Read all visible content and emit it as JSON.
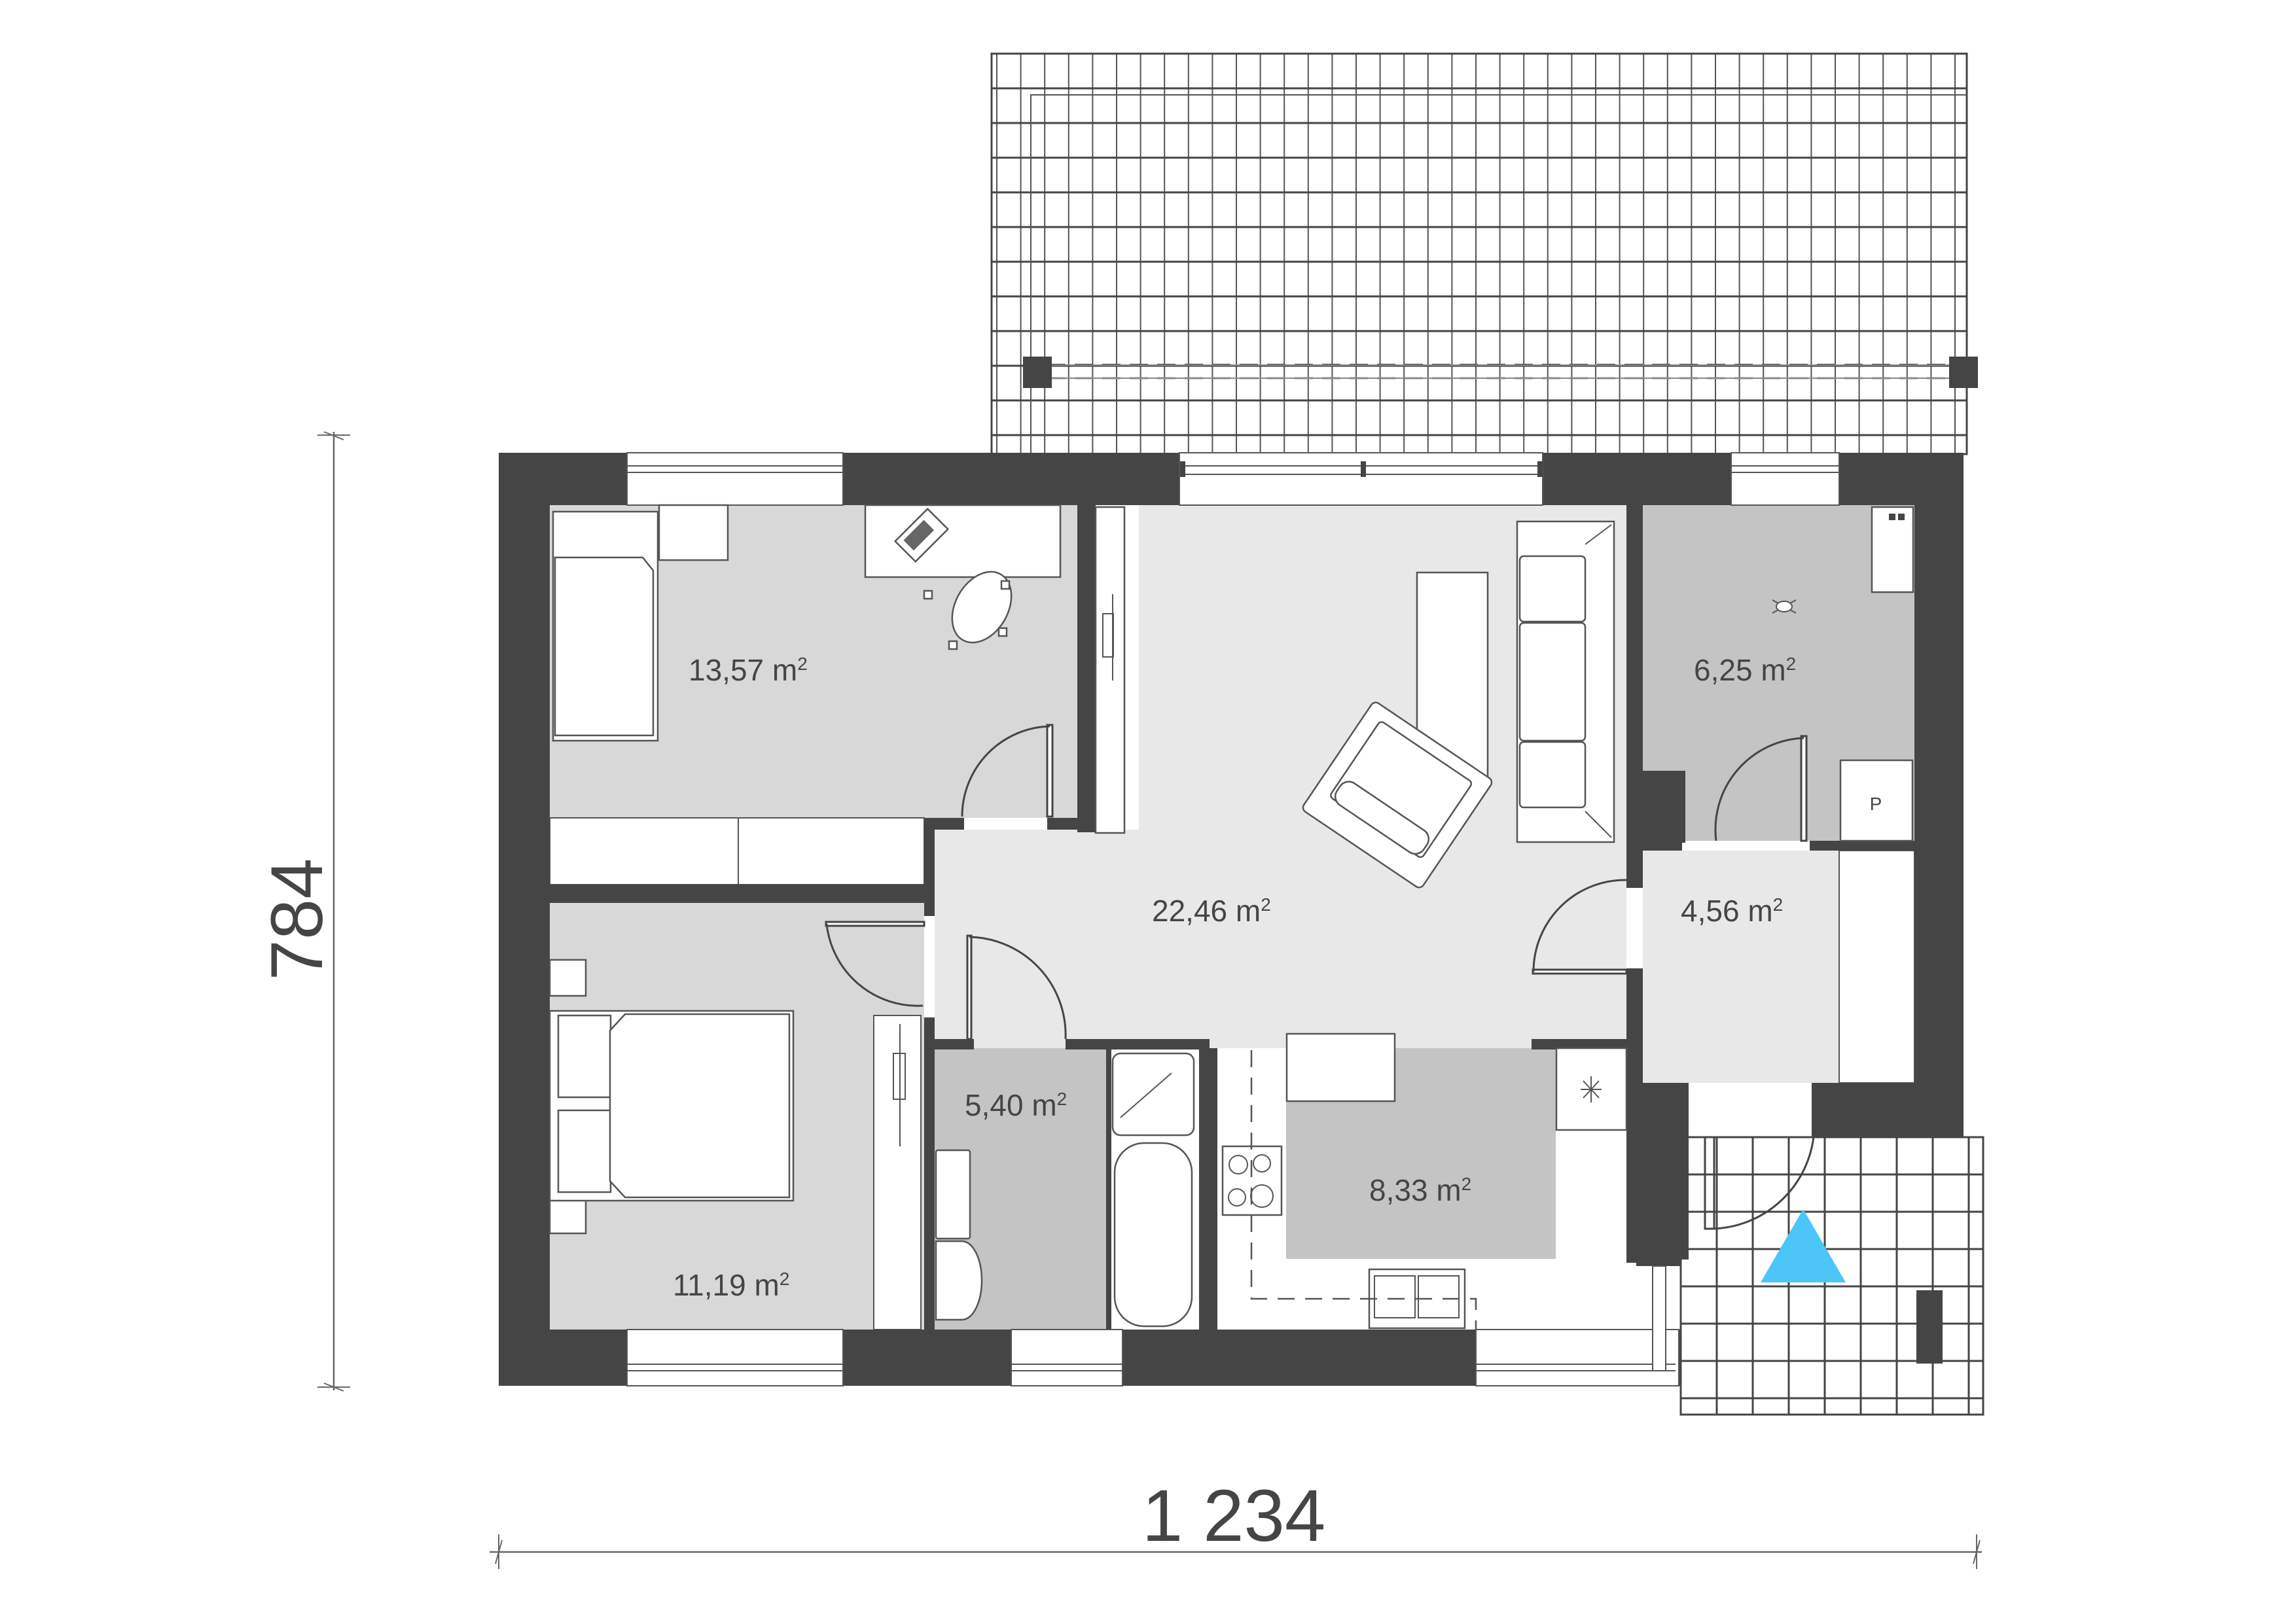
{
  "plan": {
    "overall_width_label": "1 234",
    "overall_depth_label": "784",
    "colors": {
      "wall": "#454545",
      "room_light": "#e8e8e8",
      "room_mid": "#d8d8d8",
      "room_dark": "#c4c4c4",
      "entrance_marker": "#4bc6f6",
      "background": "#ffffff"
    },
    "rooms": [
      {
        "id": "bedroom-1",
        "area": "13,57",
        "unit": "m",
        "exp": "2"
      },
      {
        "id": "living-room",
        "area": "22,46",
        "unit": "m",
        "exp": "2"
      },
      {
        "id": "utility-room",
        "area": "6,25",
        "unit": "m",
        "exp": "2"
      },
      {
        "id": "hallway",
        "area": "4,56",
        "unit": "m",
        "exp": "2"
      },
      {
        "id": "bathroom",
        "area": "5,40",
        "unit": "m",
        "exp": "2"
      },
      {
        "id": "kitchen",
        "area": "8,33",
        "unit": "m",
        "exp": "2"
      },
      {
        "id": "bedroom-2",
        "area": "11,19",
        "unit": "m",
        "exp": "2"
      }
    ],
    "boiler_label": "P",
    "entrance_marker": "entrance-triangle"
  }
}
